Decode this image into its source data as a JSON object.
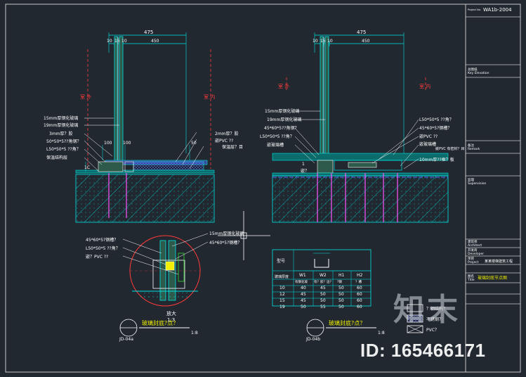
{
  "drawing_left": {
    "dim_total": "475",
    "dim_parts": [
      "10",
      "15",
      "10",
      "450"
    ],
    "side_outdoor": "室 外",
    "side_indoor": "室 内",
    "labels_left": [
      "15mm厚钢化玻璃",
      "19mm厚钢化玻璃",
      "3mm厚？胶",
      "50*50*5??角钢？",
      "L50*50*5 ??角？",
      "保温结构层"
    ],
    "labels_right": [
      "2mm厚？胶",
      "嵌PVC ??",
      "保温层？目"
    ],
    "dim_small": [
      "100",
      "100",
      "50",
      "1C"
    ]
  },
  "drawing_right": {
    "dim_total": "475",
    "dim_parts": [
      "10",
      "15",
      "10",
      "450"
    ],
    "side_outdoor": "室 外",
    "side_indoor": "室 内",
    "labels_left": [
      "15mm厚钢化玻璃",
      "19mm厚钢化玻璃",
      "45*60*5??角钢？",
      "L50*50*5 ??角？",
      "嵌玻璃槽"
    ],
    "labels_right": [
      "L50*50*5 ??角？",
      "45*60*5?钢槽？",
      "嵌PVC ??",
      "嵌玻璃槽",
      "嵌PVC 有密封？目",
      "10mm厚??框？板"
    ],
    "label_bottom": "1",
    "label_note": "嵌？"
  },
  "detail": {
    "labels_left": [
      "45*60*5?钢槽？",
      "L50*50*5 ??角？",
      "嵌？PVC ??"
    ],
    "labels_right": [
      "15mm厚钢化玻璃",
      "45*60*5?钢槽？"
    ],
    "scale_label": "放大",
    "scale": "1:3"
  },
  "table": {
    "header_left": "型号",
    "header_cols": [
      "W1",
      "W2",
      "H1",
      "H2"
    ],
    "sub_header": [
      "玻璃厚度",
      "有钢化玻",
      "有？胶？边？",
      "?钢",
      "？槽"
    ],
    "rows": [
      [
        "10",
        "40",
        "45",
        "50",
        "60"
      ],
      [
        "12",
        "45",
        "50",
        "50",
        "60"
      ],
      [
        "15",
        "45",
        "50",
        "50",
        "60"
      ],
      [
        "19",
        "50",
        "55",
        "50",
        "60"
      ]
    ]
  },
  "legend": {
    "items": [
      "？钢结构？",
      "不锈钢？",
      "PVC？"
    ]
  },
  "captions": [
    {
      "tag": "JD-04a",
      "title": "玻璃封底?点？",
      "scale": "1:8"
    },
    {
      "tag": "JD-04b",
      "title": "玻璃封底?点？",
      "scale": "1:8"
    }
  ],
  "title_block": {
    "project_no": "WA1b-2004",
    "project_no_label": "Project No.",
    "sections": [
      {
        "cn": "总图纸",
        "en": "Key Elevation"
      },
      {
        "cn": "备注",
        "en": "Remark"
      },
      {
        "cn": "监理",
        "en": "Supervision"
      },
      {
        "cn": "建筑师",
        "en": "Architect"
      },
      {
        "cn": "开发商",
        "en": "Developer"
      },
      {
        "cn": "项目",
        "en": "Project",
        "value": "某某楼梯建筑工程"
      },
      {
        "cn": "图名",
        "en": "Title",
        "value": "玻璃封底节点图"
      }
    ]
  },
  "watermark": {
    "logo": "知末",
    "id_text": "ID: 165466171"
  },
  "colors": {
    "background": "#212830",
    "frame": "#c8c8c8",
    "cyan": "#00e5e5",
    "red": "#ff3b3b",
    "yellow": "#f0f000",
    "white": "#ffffff",
    "blue": "#5a6cff",
    "magenta": "#ff55ff",
    "green": "#33dd33"
  }
}
